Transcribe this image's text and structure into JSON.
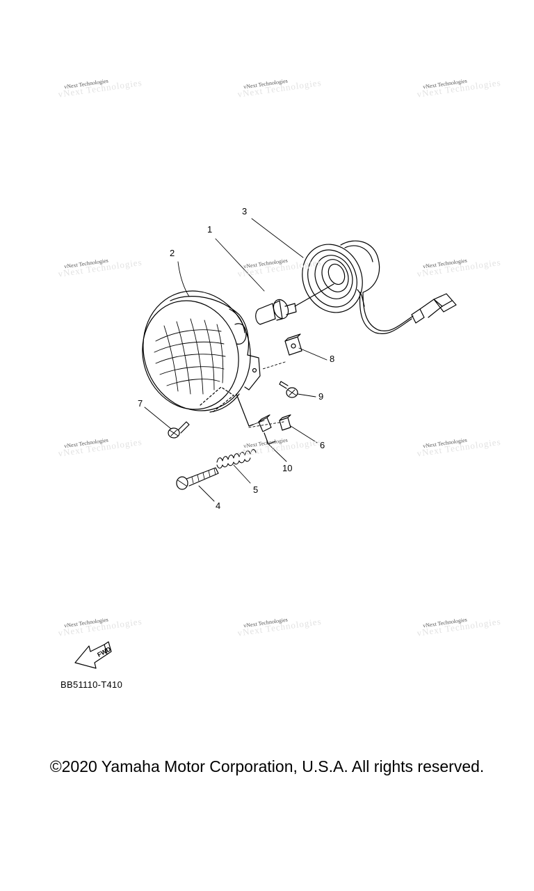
{
  "watermark": {
    "text": "vNext Technologies"
  },
  "callouts": [
    {
      "id": "1",
      "label": "1"
    },
    {
      "id": "2",
      "label": "2"
    },
    {
      "id": "3",
      "label": "3"
    },
    {
      "id": "4",
      "label": "4"
    },
    {
      "id": "5",
      "label": "5"
    },
    {
      "id": "6",
      "label": "6"
    },
    {
      "id": "7",
      "label": "7"
    },
    {
      "id": "8",
      "label": "8"
    },
    {
      "id": "9",
      "label": "9"
    },
    {
      "id": "10",
      "label": "10"
    }
  ],
  "fwd_arrow": {
    "label": "FWD"
  },
  "diagram_code": "BB51110-T410",
  "copyright": "©2020 Yamaha Motor Corporation, U.S.A. All rights reserved."
}
